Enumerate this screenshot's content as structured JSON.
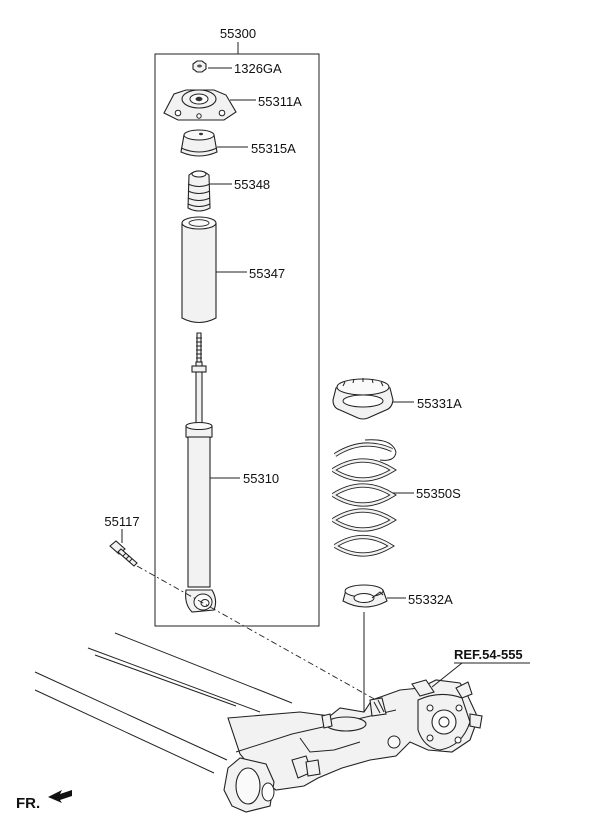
{
  "diagram": {
    "assembly_label": "55300",
    "parts": [
      {
        "key": "nut",
        "number": "1326GA"
      },
      {
        "key": "mount",
        "number": "55311A"
      },
      {
        "key": "cap",
        "number": "55315A"
      },
      {
        "key": "bumper",
        "number": "55348"
      },
      {
        "key": "boot",
        "number": "55347"
      },
      {
        "key": "shock",
        "number": "55310"
      },
      {
        "key": "bolt",
        "number": "55117"
      },
      {
        "key": "upper-pad",
        "number": "55331A"
      },
      {
        "key": "spring",
        "number": "55350S"
      },
      {
        "key": "lower-pad",
        "number": "55332A"
      }
    ],
    "reference": "REF.54-555",
    "direction": "FR."
  },
  "colors": {
    "line": "#222222",
    "fill": "#f2f2f2",
    "background": "#ffffff"
  }
}
